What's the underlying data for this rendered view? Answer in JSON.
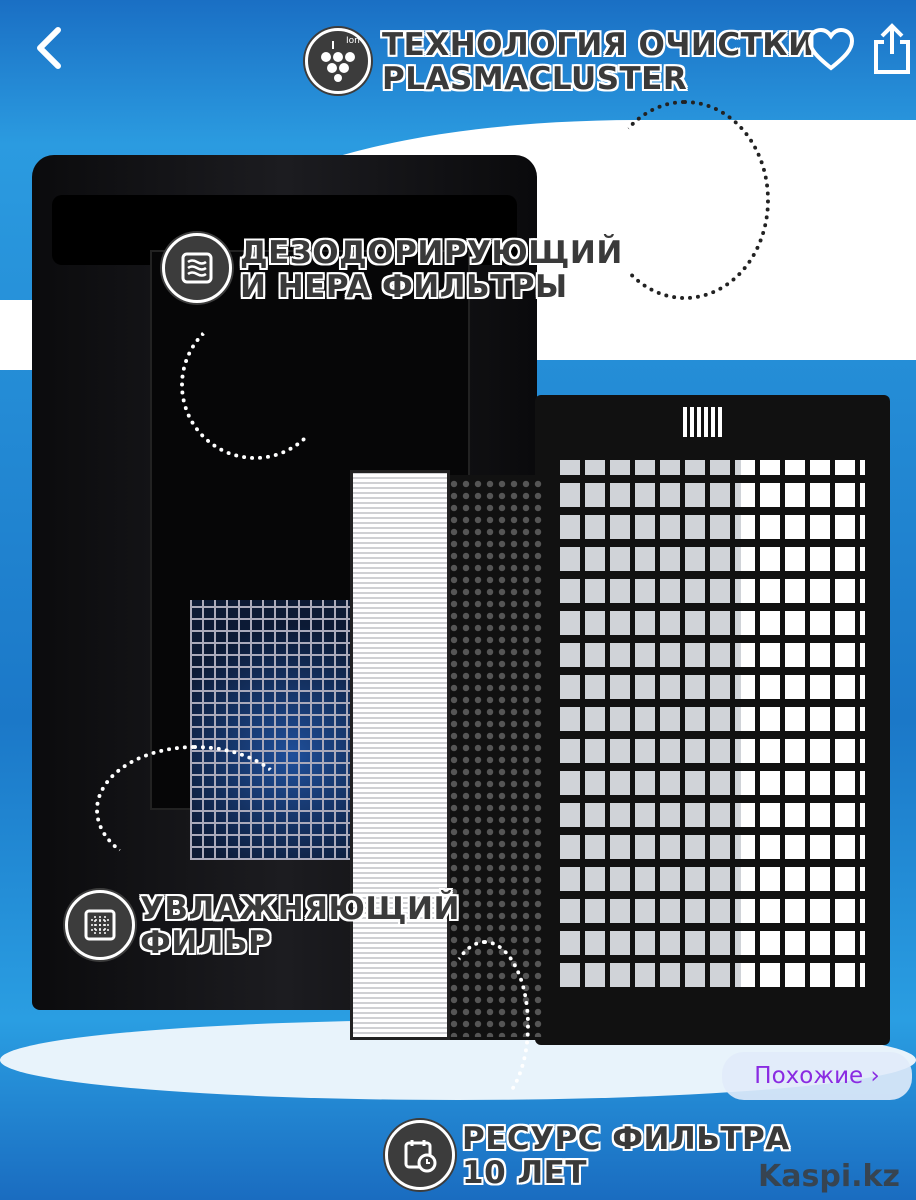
{
  "labels": {
    "plasmacluster": [
      "ТЕХНОЛОГИЯ ОЧИСТКИ",
      "PLASMACLUSTER"
    ],
    "plasmacluster_icon_text": "Ion",
    "deodor": [
      "ДЕЗОДОРИРУЮЩИЙ",
      "И HEPA ФИЛЬТРЫ"
    ],
    "humid": [
      "УВЛАЖНЯЮЩИЙ",
      "ФИЛЬР"
    ],
    "resource": [
      "РЕСУРС ФИЛЬТРА",
      "10 ЛЕТ"
    ]
  },
  "similar_label": "Похожие ›",
  "watermark": "Kaspi.kz",
  "colors": {
    "accent": "#8a2be2",
    "background": "#1e7fd0"
  }
}
